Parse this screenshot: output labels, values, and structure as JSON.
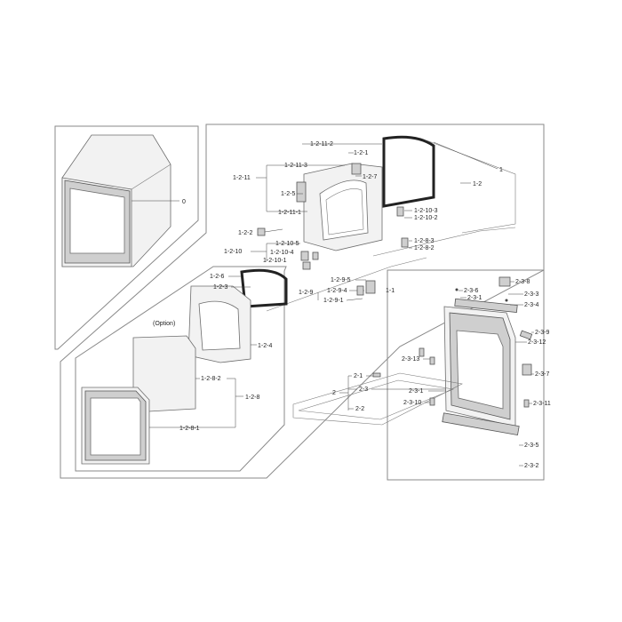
{
  "labels": {
    "l0": "0",
    "l1": "1",
    "l1_1": "1-1",
    "l1_2": "1-2",
    "l1_2_1": "1-2-1",
    "l1_2_2": "1-2-2",
    "l1_2_3": "1-2-3",
    "l1_2_4": "1-2-4",
    "l1_2_5": "1-2-5",
    "l1_2_6": "1-2-6",
    "l1_2_7": "1-2-7",
    "l1_2_8": "1-2-8",
    "l1_2_8_1": "1-2-8-1",
    "l1_2_8_2": "1-2-8-2",
    "l1_2_8_3": "1-2-8-3",
    "l1_2_9": "1-2-9",
    "l1_2_9_1": "1-2-9-1",
    "l1_2_9_4": "1-2-9-4",
    "l1_2_9_5": "1-2-9-5",
    "l1_2_10": "1-2-10",
    "l1_2_10_1": "1-2-10-1",
    "l1_2_10_2": "1-2-10-2",
    "l1_2_10_3": "1-2-10-3",
    "l1_2_10_4": "1-2-10-4",
    "l1_2_10_5": "1-2-10-5",
    "l1_2_11": "1-2-11",
    "l1_2_11_1": "1-2-11-1",
    "l1_2_11_2": "1-2-11-2",
    "l1_2_11_3": "1-2-11-3",
    "option": "(Option)",
    "l2": "2",
    "l2_1": "2-1",
    "l2_2": "2-2",
    "l2_3": "2-3",
    "l2_3_1a": "2-3-1",
    "l2_3_1b": "2-3-1",
    "l2_3_2": "2-3-2",
    "l2_3_3": "2-3-3",
    "l2_3_4": "2-3-4",
    "l2_3_5": "2-3-5",
    "l2_3_6": "2-3-6",
    "l2_3_7": "2-3-7",
    "l2_3_8": "2-3-8",
    "l2_3_9": "2-3-9",
    "l2_3_10": "2-3-10",
    "l2_3_11": "2-3-11",
    "l2_3_12": "2-3-12",
    "l2_3_13": "2-3-13"
  }
}
